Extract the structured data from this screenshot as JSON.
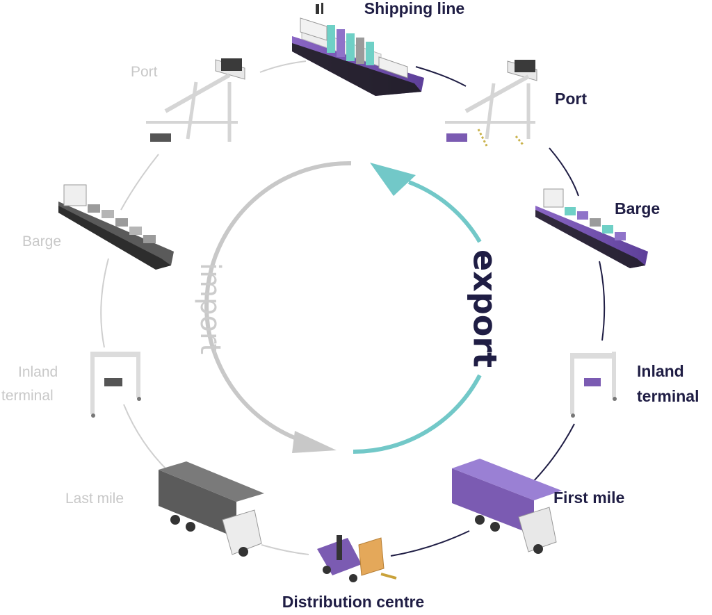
{
  "colors": {
    "export_dark": "#1f1d44",
    "import_grey": "#c8c8c8",
    "teal": "#72c8c8",
    "purple": "#7b5bb2",
    "truck_dark": "#5b5b5b"
  },
  "center": {
    "export_label": "export",
    "import_label": "import"
  },
  "export_stages": {
    "shipping_line": "Shipping line",
    "port": "Port",
    "barge": "Barge",
    "inland_terminal_line1": "Inland",
    "inland_terminal_line2": "terminal",
    "first_mile": "First mile",
    "distribution_centre": "Distribution centre"
  },
  "import_stages": {
    "port": "Port",
    "barge": "Barge",
    "inland_terminal_line1": "Inland",
    "inland_terminal_line2": "terminal",
    "last_mile": "Last mile"
  }
}
